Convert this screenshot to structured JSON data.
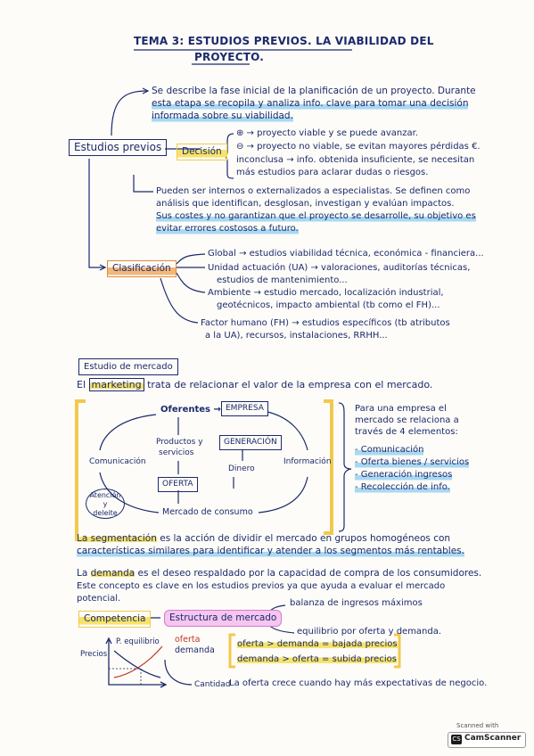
{
  "title": {
    "line1": "TEMA 3: ESTUDIOS PREVIOS. LA VIABILIDAD DEL",
    "line2": "PROYECTO."
  },
  "estudios": {
    "box": "Estudios previos",
    "desc1": "Se describe la fase inicial de la planificación de un proyecto. Durante",
    "desc2": "esta etapa se recopila y analiza info. clave para tomar una decisión",
    "desc3": "informada sobre su viabilidad.",
    "decision_label": "Decisión",
    "dec1": "⊕ → proyecto viable y se puede avanzar.",
    "dec2": "⊖ → proyecto no viable, se evitan mayores pérdidas €.",
    "dec3": "inconclusa → info. obtenida insuficiente, se necesitan",
    "dec4": "más estudios para aclarar dudas o riesgos.",
    "ext1": "Pueden ser internos o externalizados a especialistas. Se definen como",
    "ext2": "análisis que identifican, desglosan, investigan y evalúan impactos.",
    "ext3": "Sus costes y no garantizan que el proyecto se desarrolle, su objetivo es",
    "ext4": "evitar errores costosos a futuro."
  },
  "clasificacion": {
    "label": "Clasificación",
    "global": "Global → estudios viabilidad técnica, económica - financiera...",
    "ua1": "Unidad actuación (UA) → valoraciones, auditorías técnicas,",
    "ua2": "estudios de mantenimiento...",
    "amb1": "Ambiente → estudio mercado, localización industrial,",
    "amb2": "geotécnicos, impacto ambiental (tb como el FH)...",
    "fh1": "Factor humano (FH) → estudios específicos (tb atributos",
    "fh2": "a la UA), recursos, instalaciones, RRHH..."
  },
  "mercado": {
    "box": "Estudio de mercado",
    "marketing_word": "marketing",
    "marketing_pre": "El",
    "marketing_post": "trata de relacionar el valor de la empresa con el mercado.",
    "oferentes": "Oferentes →",
    "empresa": "EMPRESA",
    "productos": "Productos y",
    "servicios": "servicios",
    "generacion": "GENERACIÓN",
    "oferta": "OFERTA",
    "dinero": "Dinero",
    "comunicacion": "Comunicación",
    "informacion": "Información",
    "atencion1": "Atención",
    "atencion2": "y",
    "atencion3": "deleite",
    "mercado_consumo": "Mercado de consumo",
    "side1": "Para una empresa el",
    "side2": "mercado se relaciona a",
    "side3": "través de 4 elementos:",
    "side_items": [
      "- Comunicación",
      "- Oferta bienes / servicios",
      "- Generación ingresos",
      "- Recolección de info."
    ]
  },
  "segmentacion": {
    "word": "La segmentación",
    "l1": "es la acción de dividir el mercado en grupos homogéneos con",
    "l2": "características similares para identificar y atender a los segmentos más rentables."
  },
  "demanda": {
    "word": "demanda",
    "pre": "La",
    "l1": "es el deseo respaldado por la capacidad de compra de los consumidores.",
    "l2": "Este concepto es clave en los estudios previos ya que ayuda a evaluar el mercado",
    "l3": "potencial."
  },
  "competencia": {
    "label": "Competencia",
    "estructura": "Estructura de mercado",
    "balanza": "balanza de ingresos máximos",
    "equilibrio": "equilibrio por oferta y demanda."
  },
  "grafico": {
    "precios": "Precios",
    "p_equilibrio": "P. equilibrio",
    "oferta": "oferta",
    "demanda": "demanda",
    "cantidad": "Cantidad",
    "rule1": "oferta > demanda = bajada precios",
    "rule2": "demanda > oferta = subida precios",
    "note": "La oferta crece cuando hay más expectativas de negocio."
  },
  "scanner": {
    "scanned": "Scanned with",
    "brand": "CamScanner"
  },
  "colors": {
    "ink": "#1c2a6b",
    "yellow": "#f7e36a",
    "blue": "#a9d8f2",
    "orange": "#f2b779",
    "pink": "#f5c6ef",
    "red": "#c0372b"
  }
}
